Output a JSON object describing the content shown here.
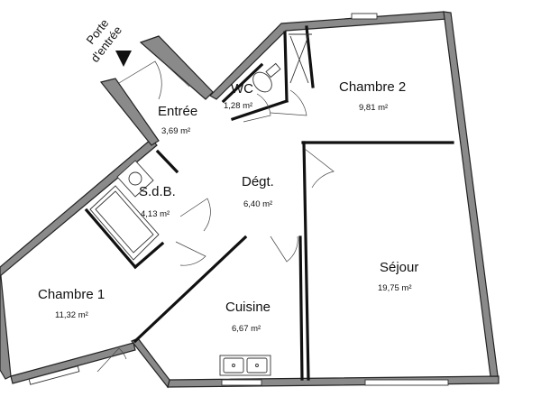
{
  "plan": {
    "entrance_label_line1": "Porte",
    "entrance_label_line2": "d'entrée",
    "rooms": [
      {
        "name": "Entrée",
        "area": "3,69 m²"
      },
      {
        "name": "WC",
        "area": "1,28 m²"
      },
      {
        "name": "Chambre 2",
        "area": "9,81 m²"
      },
      {
        "name": "S.d.B.",
        "area": "4,13 m²"
      },
      {
        "name": "Dégt.",
        "area": "6,40 m²"
      },
      {
        "name": "Séjour",
        "area": "19,75 m²"
      },
      {
        "name": "Chambre 1",
        "area": "11,32 m²"
      },
      {
        "name": "Cuisine",
        "area": "6,67 m²"
      }
    ]
  },
  "colors": {
    "wall_fill": "#8a8a8a",
    "wall_outline": "#222222",
    "background": "#ffffff"
  }
}
